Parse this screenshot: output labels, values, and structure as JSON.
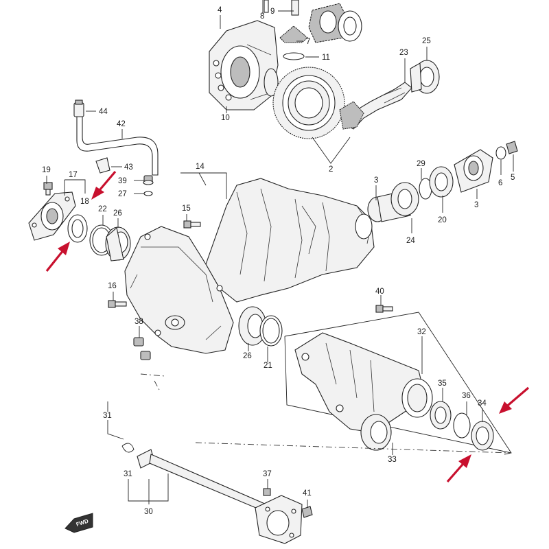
{
  "diagram": {
    "type": "exploded-parts-diagram",
    "callouts": [
      {
        "label": "4"
      },
      {
        "label": "8"
      },
      {
        "label": "9"
      },
      {
        "label": "7"
      },
      {
        "label": "11"
      },
      {
        "label": "10"
      },
      {
        "label": "25"
      },
      {
        "label": "23"
      },
      {
        "label": "2"
      },
      {
        "label": "44"
      },
      {
        "label": "42"
      },
      {
        "label": "43"
      },
      {
        "label": "19"
      },
      {
        "label": "17"
      },
      {
        "label": "18"
      },
      {
        "label": "39"
      },
      {
        "label": "27"
      },
      {
        "label": "14"
      },
      {
        "label": "15"
      },
      {
        "label": "22"
      },
      {
        "label": "26"
      },
      {
        "label": "3"
      },
      {
        "label": "29"
      },
      {
        "label": "6"
      },
      {
        "label": "5"
      },
      {
        "label": "3"
      },
      {
        "label": "24"
      },
      {
        "label": "20"
      },
      {
        "label": "16"
      },
      {
        "label": "40"
      },
      {
        "label": "38"
      },
      {
        "label": "26"
      },
      {
        "label": "21"
      },
      {
        "label": "32"
      },
      {
        "label": "35"
      },
      {
        "label": "36"
      },
      {
        "label": "34"
      },
      {
        "label": "33"
      },
      {
        "label": "31"
      },
      {
        "label": "31"
      },
      {
        "label": "37"
      },
      {
        "label": "41"
      },
      {
        "label": "30"
      }
    ],
    "fwd_badge": "FWD",
    "highlight_arrow_color": "#c8102e",
    "highlight_arrows": 4
  }
}
